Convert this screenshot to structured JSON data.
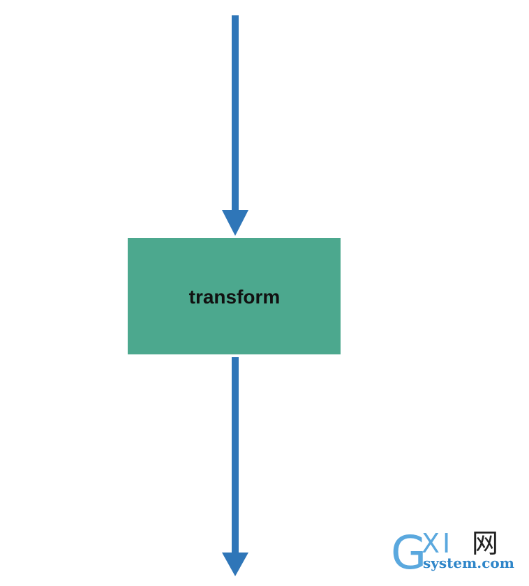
{
  "diagram": {
    "node_label": "transform",
    "node_color": "#4ca88e",
    "arrow_color": "#2f76b8"
  },
  "watermark": {
    "letter": "G",
    "xi": "XI",
    "net": "网",
    "domain": "system.com"
  }
}
